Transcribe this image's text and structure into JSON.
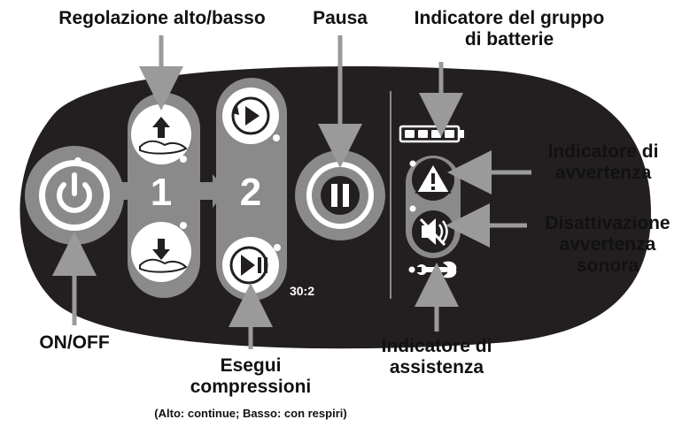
{
  "labels": {
    "height_adjust": "Regolazione alto/basso",
    "pause": "Pausa",
    "battery_line1": "Indicatore del gruppo",
    "battery_line2": "di batterie",
    "warning_line1": "Indicatore di",
    "warning_line2": "avvertenza",
    "mute_line1": "Disattivazione",
    "mute_line2": "avvertenza",
    "mute_line3": "sonora",
    "onoff": "ON/OFF",
    "compress_line1": "Esegui",
    "compress_line2": "compressioni",
    "compress_note": "(Alto: continue; Basso: con respiri)",
    "service_line1": "Indicatore di",
    "service_line2": "assistenza"
  },
  "panel": {
    "step1": "1",
    "step2": "2",
    "ratio": "30:2",
    "battery_cells": 4
  },
  "colors": {
    "panel": "#231f20",
    "button_gray": "#8a8a8a",
    "button_white": "#ffffff",
    "arrow_gray": "#9a9a9a"
  }
}
